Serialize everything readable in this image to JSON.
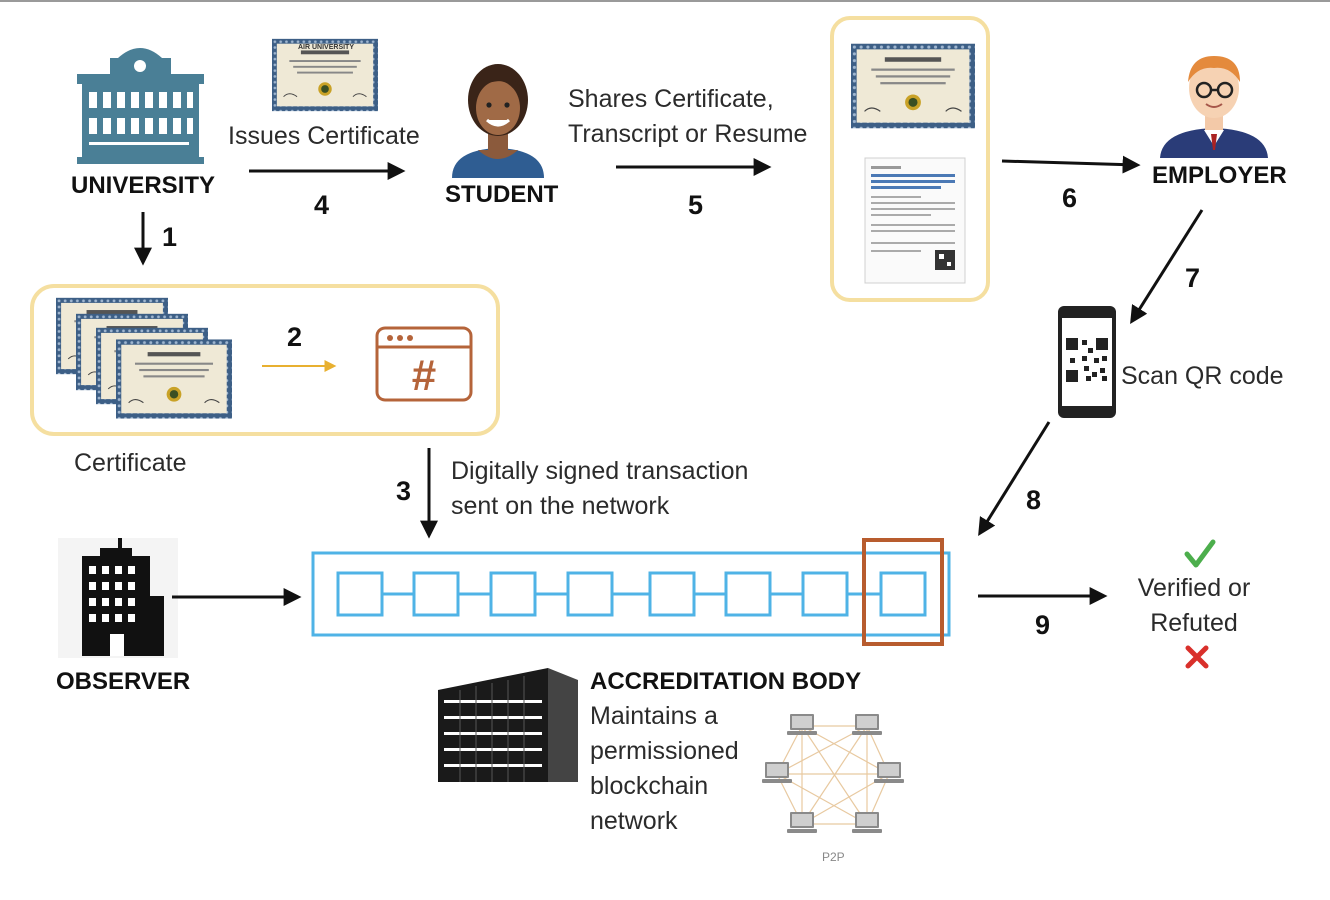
{
  "actors": {
    "university": "UNIVERSITY",
    "student": "STUDENT",
    "employer": "EMPLOYER",
    "observer": "OBSERVER"
  },
  "accreditation": {
    "title": "ACCREDITATION BODY",
    "description": "Maintains a\npermissioned\nblockchain\nnetwork",
    "network_caption": "P2P"
  },
  "documents": {
    "institution_name": "AIR UNIVERSITY"
  },
  "labels": {
    "issues_certificate": "Issues Certificate",
    "shares": "Shares Certificate,\nTranscript or Resume",
    "certificate": "Certificate",
    "signed_transaction": "Digitally signed transaction\nsent on the network",
    "scan_qr": "Scan QR code",
    "verified_or_refuted": "Verified or\nRefuted"
  },
  "steps": [
    "1",
    "2",
    "3",
    "4",
    "5",
    "6",
    "7",
    "8",
    "9"
  ],
  "icons": {
    "hash": "#",
    "verified": "check-mark-icon",
    "refuted": "cross-mark-icon"
  },
  "colors": {
    "university_blue": "#4a7f96",
    "highlight_box": "#f5dfa0",
    "blockchain_blue": "#4fb3e6",
    "selected_block": "#b85c2e",
    "hash_icon": "#b5643a",
    "arrow_gold": "#e8b030",
    "check_green": "#4cae4c",
    "cross_red": "#d9302b"
  }
}
